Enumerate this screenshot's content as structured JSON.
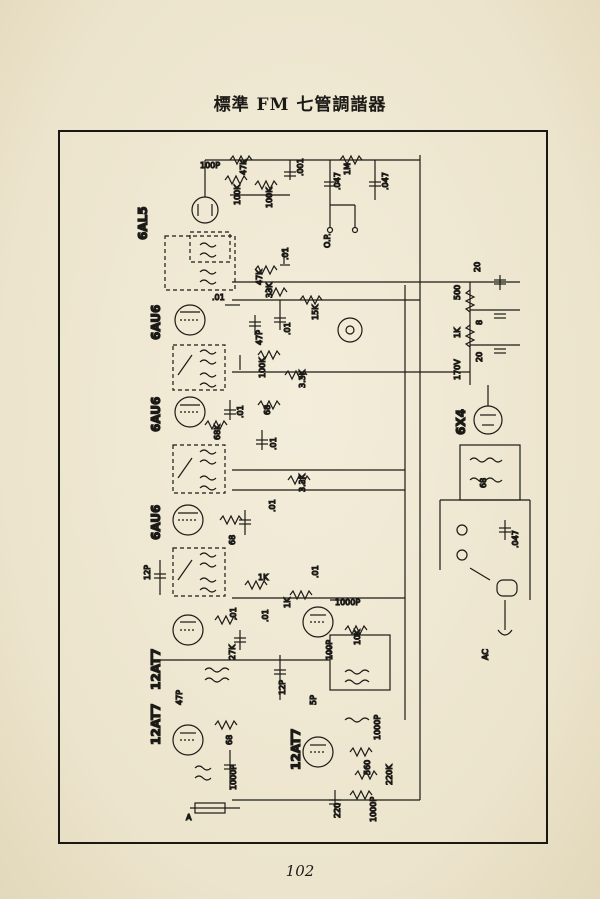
{
  "title": "標準 FM 七管調諧器",
  "page_number": "102",
  "tubes": [
    "6AL5",
    "6AU6",
    "6AU6",
    "6AU6",
    "12AT7",
    "12AT7",
    "6X4"
  ],
  "component_labels": {
    "c_100p_top": "100P",
    "r_47k_top": "47K",
    "c_001_top": ".001",
    "r_1m": "1M",
    "c_047_a": ".047",
    "c_047_b": ".047",
    "r_100k_a": "100K",
    "r_100k_b": "100K",
    "op": "O.P.",
    "c_01_a": ".01",
    "r_47k_b": "47K",
    "r_33k_a": "33K",
    "c_01_b": ".01",
    "r_15k": "15K",
    "c_47p": "47P",
    "c_01_c": ".01",
    "r_100k_c": "100K",
    "r_33k_b": "3.3K",
    "c_01_d": ".01",
    "r_68_a": "68",
    "r_68k": "68K",
    "c_01_e": ".01",
    "r_33k_c": "3.3K",
    "c_01_f": ".01",
    "r_68_b": "68",
    "c_12p": "12P",
    "r_1k_a": "1K",
    "c_01_g": ".01",
    "c_1000p_a": "1000P",
    "r_1k_b": "1K",
    "c_01_h": ".01",
    "r_27k": "27K",
    "c_01_i": ".01",
    "r_10k": "10K",
    "c_100p": "100P",
    "c_47p_b": "47P",
    "c_12p_b": "12P",
    "c_5p": "5P",
    "r_68_c": "68",
    "c_1000p_b": "1000P",
    "c_1000p_c": "1000P",
    "r_560": "560",
    "r_220k": "220K",
    "r_220": "220",
    "c_1000p_d": "1000P",
    "c_20_a": "20",
    "r_500": "500",
    "c_8": "8",
    "r_1k_c": "1K",
    "c_20_b": "20",
    "v_170": "170V",
    "r_68_d": "68",
    "c_047_c": ".047",
    "ac": "AC",
    "ant": "A"
  }
}
